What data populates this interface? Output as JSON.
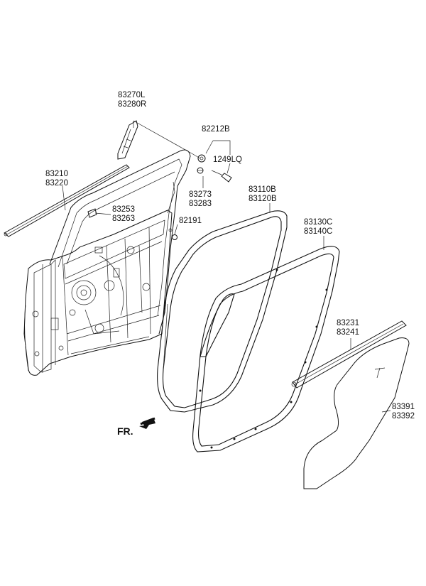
{
  "parts": {
    "garnish_upper": [
      "83270L",
      "83280R"
    ],
    "clip_group": "82212B",
    "screw": "1249LQ",
    "door_belt_moulding": [
      "83210",
      "83220"
    ],
    "grommet": [
      "83273",
      "83283"
    ],
    "holder": [
      "83253",
      "83263"
    ],
    "plug": "82191",
    "body_side_weatherstrip": [
      "83110B",
      "83120B"
    ],
    "door_side_weatherstrip": [
      "83130C",
      "83140C"
    ],
    "belt_inside_weatherstrip": [
      "83231",
      "83241"
    ],
    "sealing_cover": [
      "83391",
      "83392"
    ]
  },
  "direction": {
    "label": "FR."
  }
}
